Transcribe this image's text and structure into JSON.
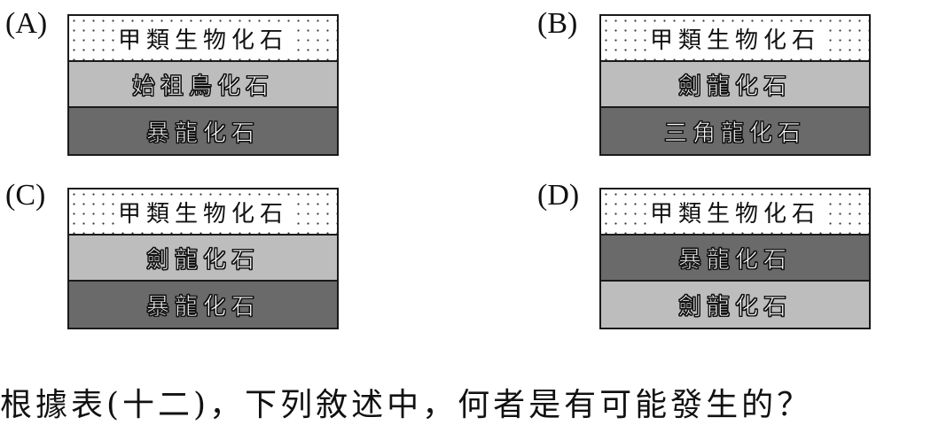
{
  "options": [
    {
      "label": "(A)",
      "layers": [
        "甲類生物化石",
        "始祖鳥化石",
        "暴龍化石"
      ]
    },
    {
      "label": "(B)",
      "layers": [
        "甲類生物化石",
        "劍龍化石",
        "三角龍化石"
      ]
    },
    {
      "label": "(C)",
      "layers": [
        "甲類生物化石",
        "劍龍化石",
        "暴龍化石"
      ]
    },
    {
      "label": "(D)",
      "layers": [
        "甲類生物化石",
        "暴龍化石",
        "劍龍化石"
      ]
    }
  ],
  "question": "根據表(十二)，下列敘述中，何者是有可能發生的？"
}
